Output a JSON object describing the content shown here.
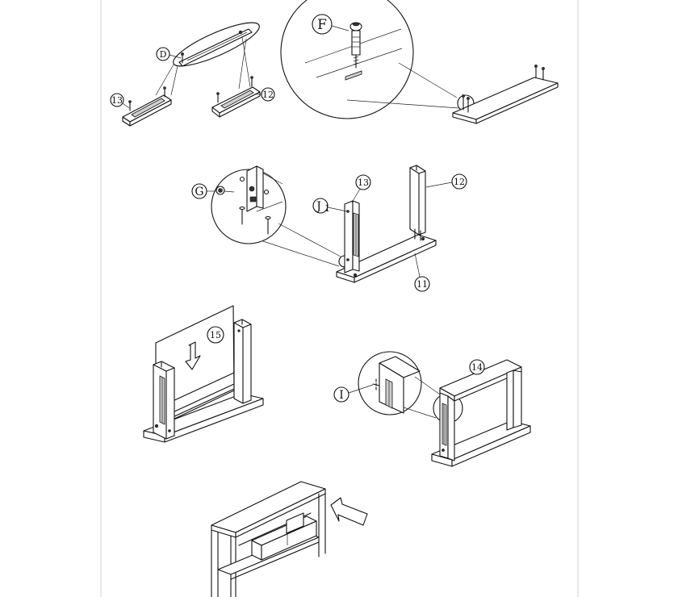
{
  "labels": {
    "step1_part_d": "D",
    "step1_part_13": "13",
    "step1_part_12": "12",
    "step2_part_f": "F",
    "step3_part_g": "G",
    "step3_part_j1": "J",
    "step3_part_j1_sub": "1",
    "step3_part_13": "13",
    "step3_part_12": "12",
    "step3_part_11": "11",
    "step4_part_15": "15",
    "step5_part_i": "I",
    "step5_part_14": "14"
  }
}
